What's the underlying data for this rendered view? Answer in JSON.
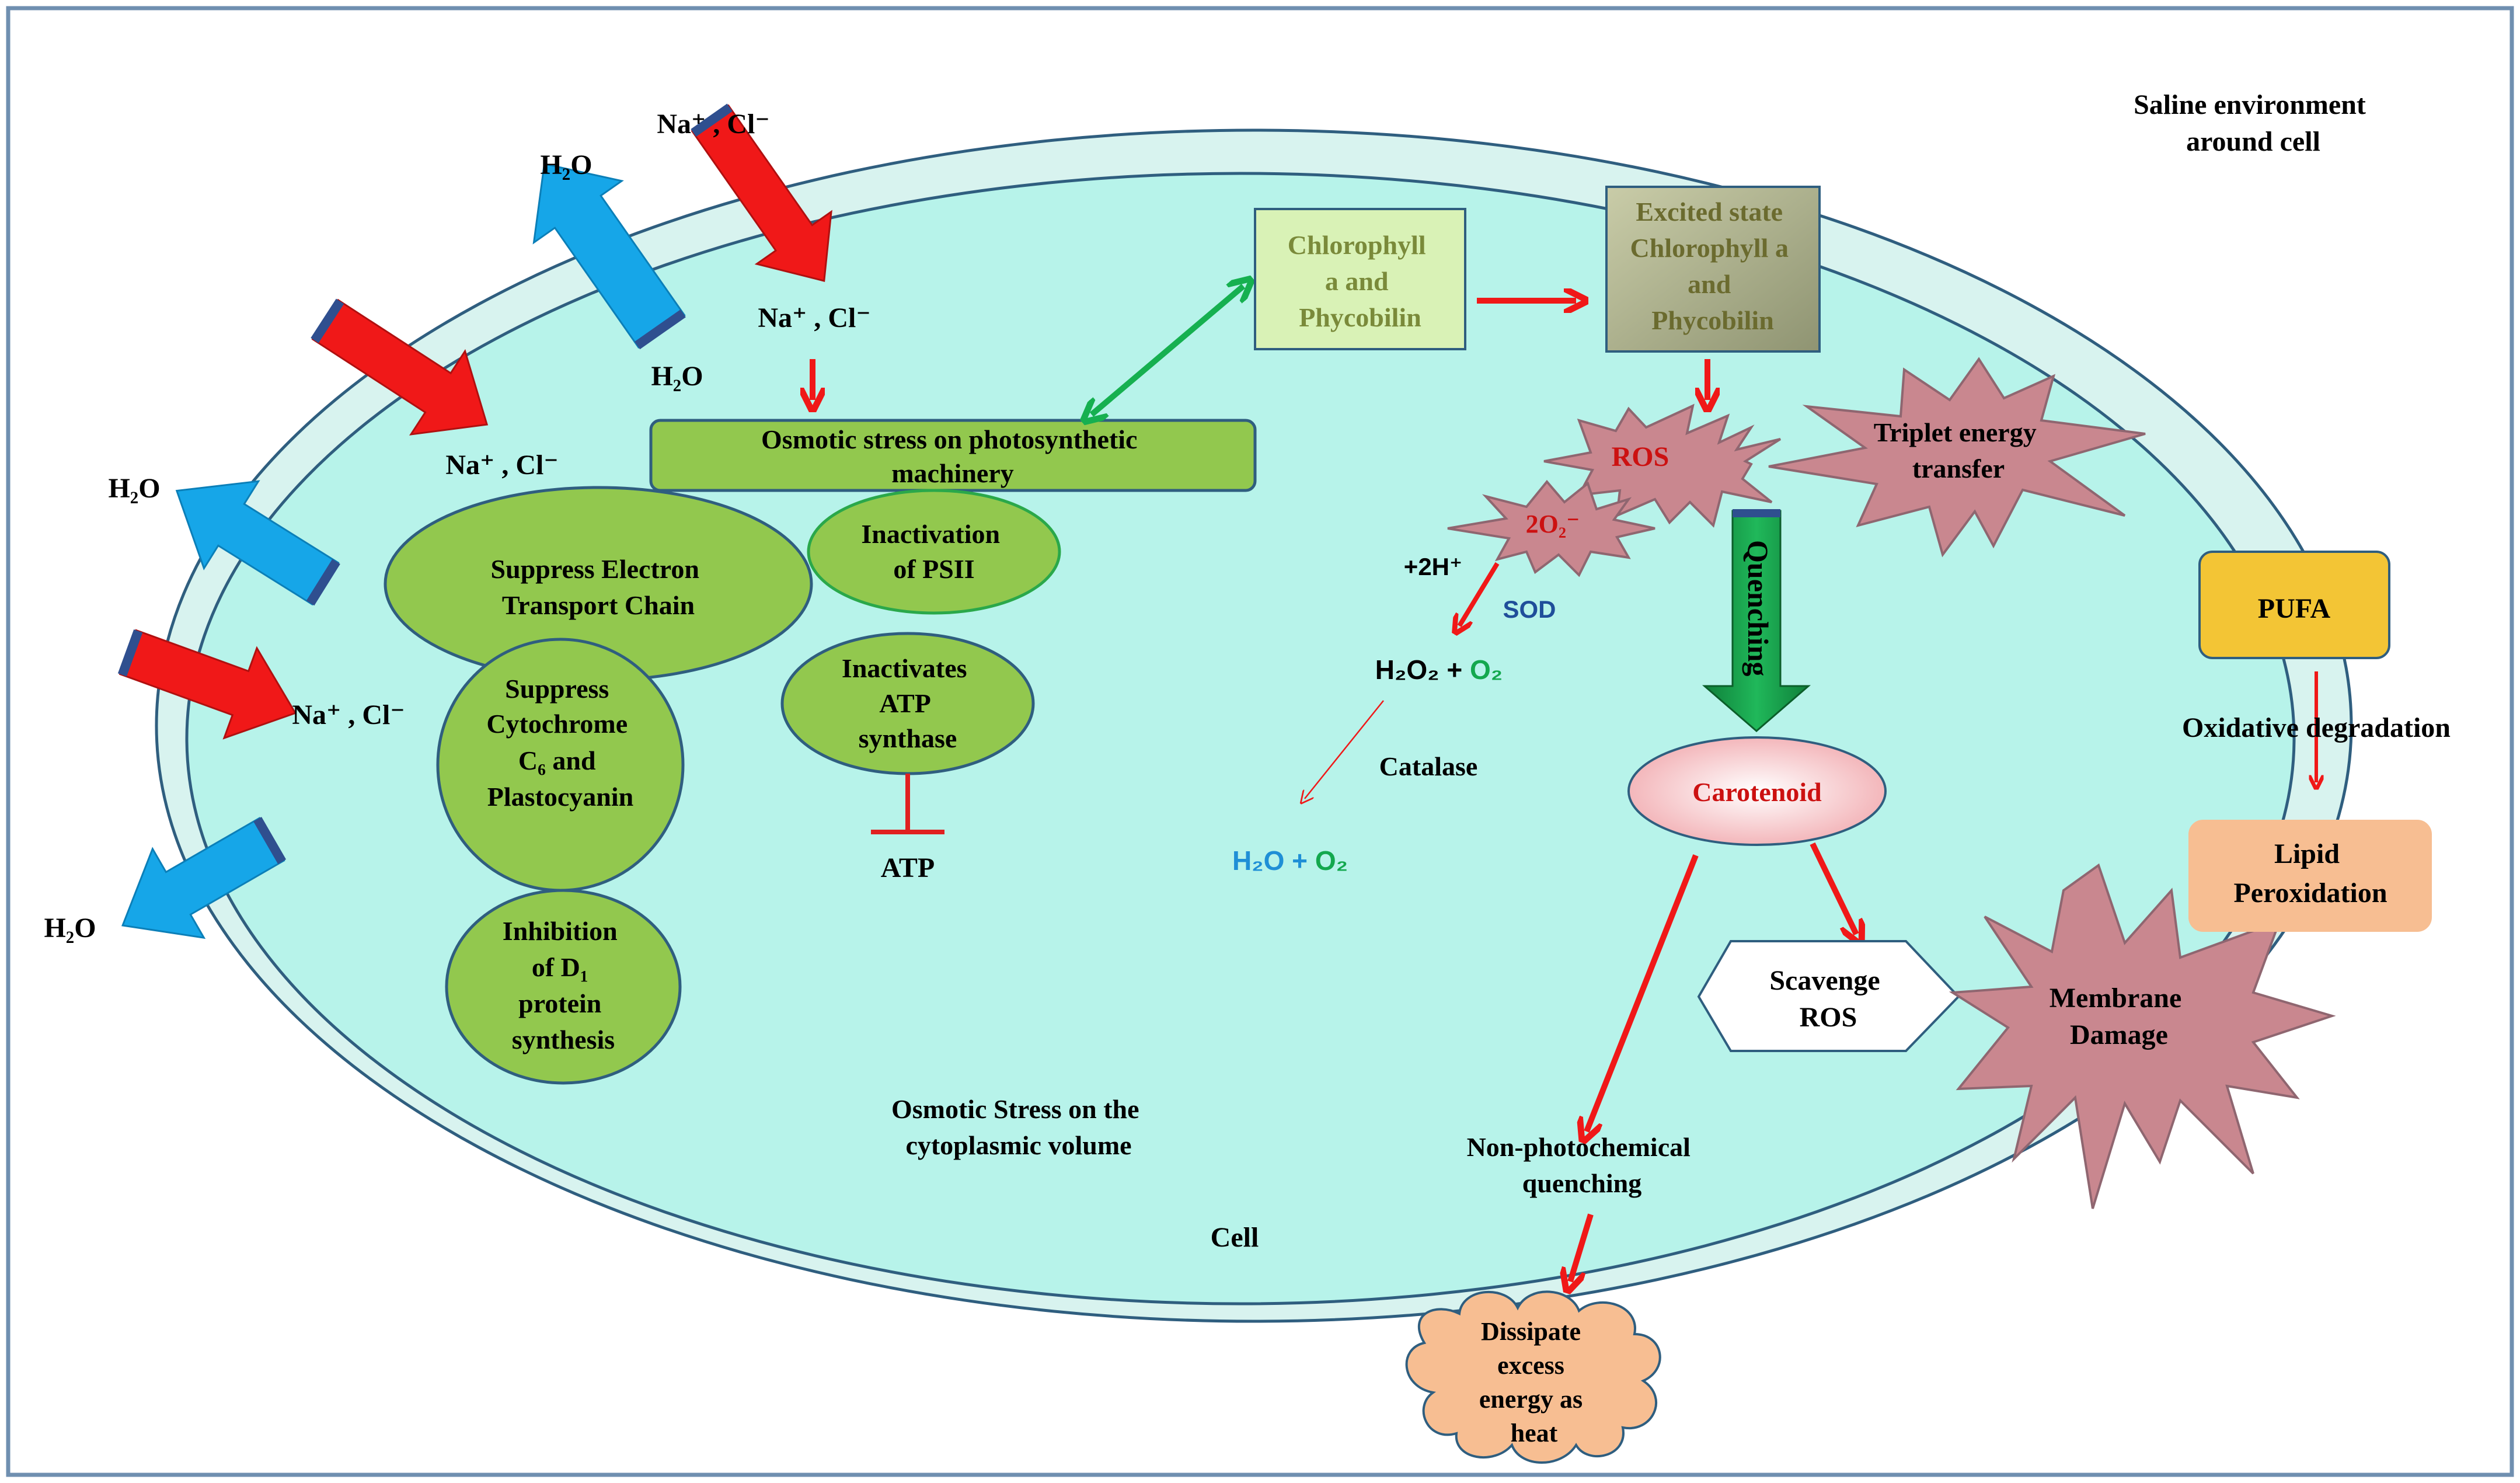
{
  "colors": {
    "frame": "#6f8fb0",
    "cell_outer": "#d8f3ef",
    "cell_inner": "#b7f3ea",
    "cell_stroke": "#2f5e7f",
    "green_box": "#92c84e",
    "green_stroke": "#3f6a2a",
    "light_green_box": "#d9f2b6",
    "olive_box": "#a8ad88",
    "olive_text": "#6b6b2f",
    "star": "#c9878f",
    "star_stroke": "#8f6670",
    "red_arrow": "#f01818",
    "blue_arrow": "#16a6e8",
    "green_arrow": "#16b050",
    "pufa": "#f3c535",
    "lipid": "#f7be92",
    "cloud": "#f7be92",
    "ros_text": "#cc1111",
    "sod_text": "#1f4e9a",
    "o2_text": "#13a84e",
    "h2o_text": "#1f8fd6"
  },
  "labels": {
    "saline_env": [
      "Saline environment",
      "around cell"
    ],
    "cell": "Cell",
    "osmotic_cyto": [
      "Osmotic Stress on the",
      "cytoplasmic volume"
    ],
    "nacl_top": "Na⁺ , Cl⁻",
    "h2o": "H₂O",
    "nacl_inner_top": "Na⁺ , Cl⁻",
    "h2o_inner": "H₂O",
    "nacl_inner_left": "Na⁺ , Cl⁻",
    "h2o_left_upper": "H₂O",
    "nacl_left": "Na⁺ , Cl⁻",
    "h2o_left_lower": "H₂O",
    "osmotic_photo": [
      "Osmotic stress on photosynthetic",
      "machinery"
    ],
    "inactivation_psii": [
      "Inactivation",
      "of PSII"
    ],
    "suppress_etc": [
      "Suppress Electron",
      "Transport Chain"
    ],
    "suppress_cyto": [
      "Suppress",
      "Cytochrome",
      "C₆ and",
      "Plastocyanin"
    ],
    "inactivates_atp": [
      "Inactivates",
      "ATP",
      "synthase"
    ],
    "atp": "ATP",
    "inhibition_d1": [
      "Inhibition",
      "of D₁",
      "protein",
      "synthesis"
    ],
    "chlorophyll": [
      "Chlorophyll",
      "a and",
      "Phycobilin"
    ],
    "excited": [
      "Excited state",
      "Chlorophyll a",
      "and",
      "Phycobilin"
    ],
    "ros": "ROS",
    "triplet": [
      "Triplet energy",
      "transfer"
    ],
    "superoxide": "2O₂⁻",
    "two_h": "+2H⁺",
    "sod": "SOD",
    "h2o2_part": "H₂O₂ + ",
    "o2": "O₂",
    "catalase": "Catalase",
    "h2o_part": "H₂O + ",
    "quenching": "Quenching",
    "carotenoid": "Carotenoid",
    "scavenge": [
      "Scavenge",
      "ROS"
    ],
    "npq": [
      "Non-photochemical",
      "quenching"
    ],
    "dissipate": [
      "Dissipate",
      "excess",
      "energy as",
      "heat"
    ],
    "pufa": "PUFA",
    "oxidative": "Oxidative degradation",
    "lipid": [
      "Lipid",
      "Peroxidation"
    ],
    "membrane": [
      "Membrane",
      "Damage"
    ]
  }
}
